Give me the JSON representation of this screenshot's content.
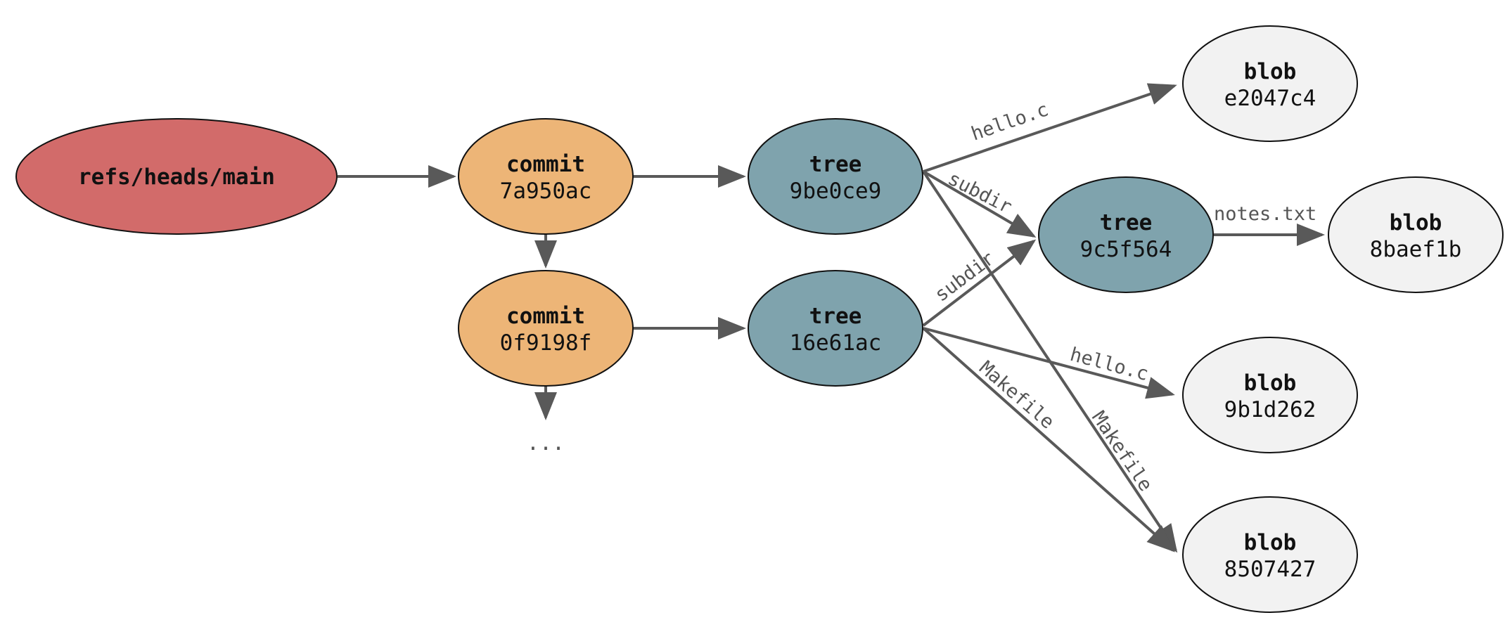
{
  "colors": {
    "ref": "#d26b6a",
    "commit": "#edb577",
    "tree": "#7fa3ad",
    "blob": "#f2f2f2",
    "edge": "#595959",
    "edge_label": "#555555"
  },
  "ref": {
    "label": "refs/heads/main"
  },
  "commits": [
    {
      "type": "commit",
      "hash": "7a950ac"
    },
    {
      "type": "commit",
      "hash": "0f9198f"
    }
  ],
  "trees": [
    {
      "type": "tree",
      "hash": "9be0ce9"
    },
    {
      "type": "tree",
      "hash": "16e61ac"
    },
    {
      "type": "tree",
      "hash": "9c5f564"
    }
  ],
  "blobs": [
    {
      "type": "blob",
      "hash": "e2047c4"
    },
    {
      "type": "blob",
      "hash": "8baef1b"
    },
    {
      "type": "blob",
      "hash": "9b1d262"
    },
    {
      "type": "blob",
      "hash": "8507427"
    }
  ],
  "edge_labels": {
    "tree1_hello": "hello.c",
    "tree1_subdir": "subdir",
    "tree1_makefile": "Makefile",
    "tree2_subdir": "subdir",
    "tree2_hello": "hello.c",
    "tree2_makefile": "Makefile",
    "subtree_notes": "notes.txt"
  },
  "continuation": "..."
}
